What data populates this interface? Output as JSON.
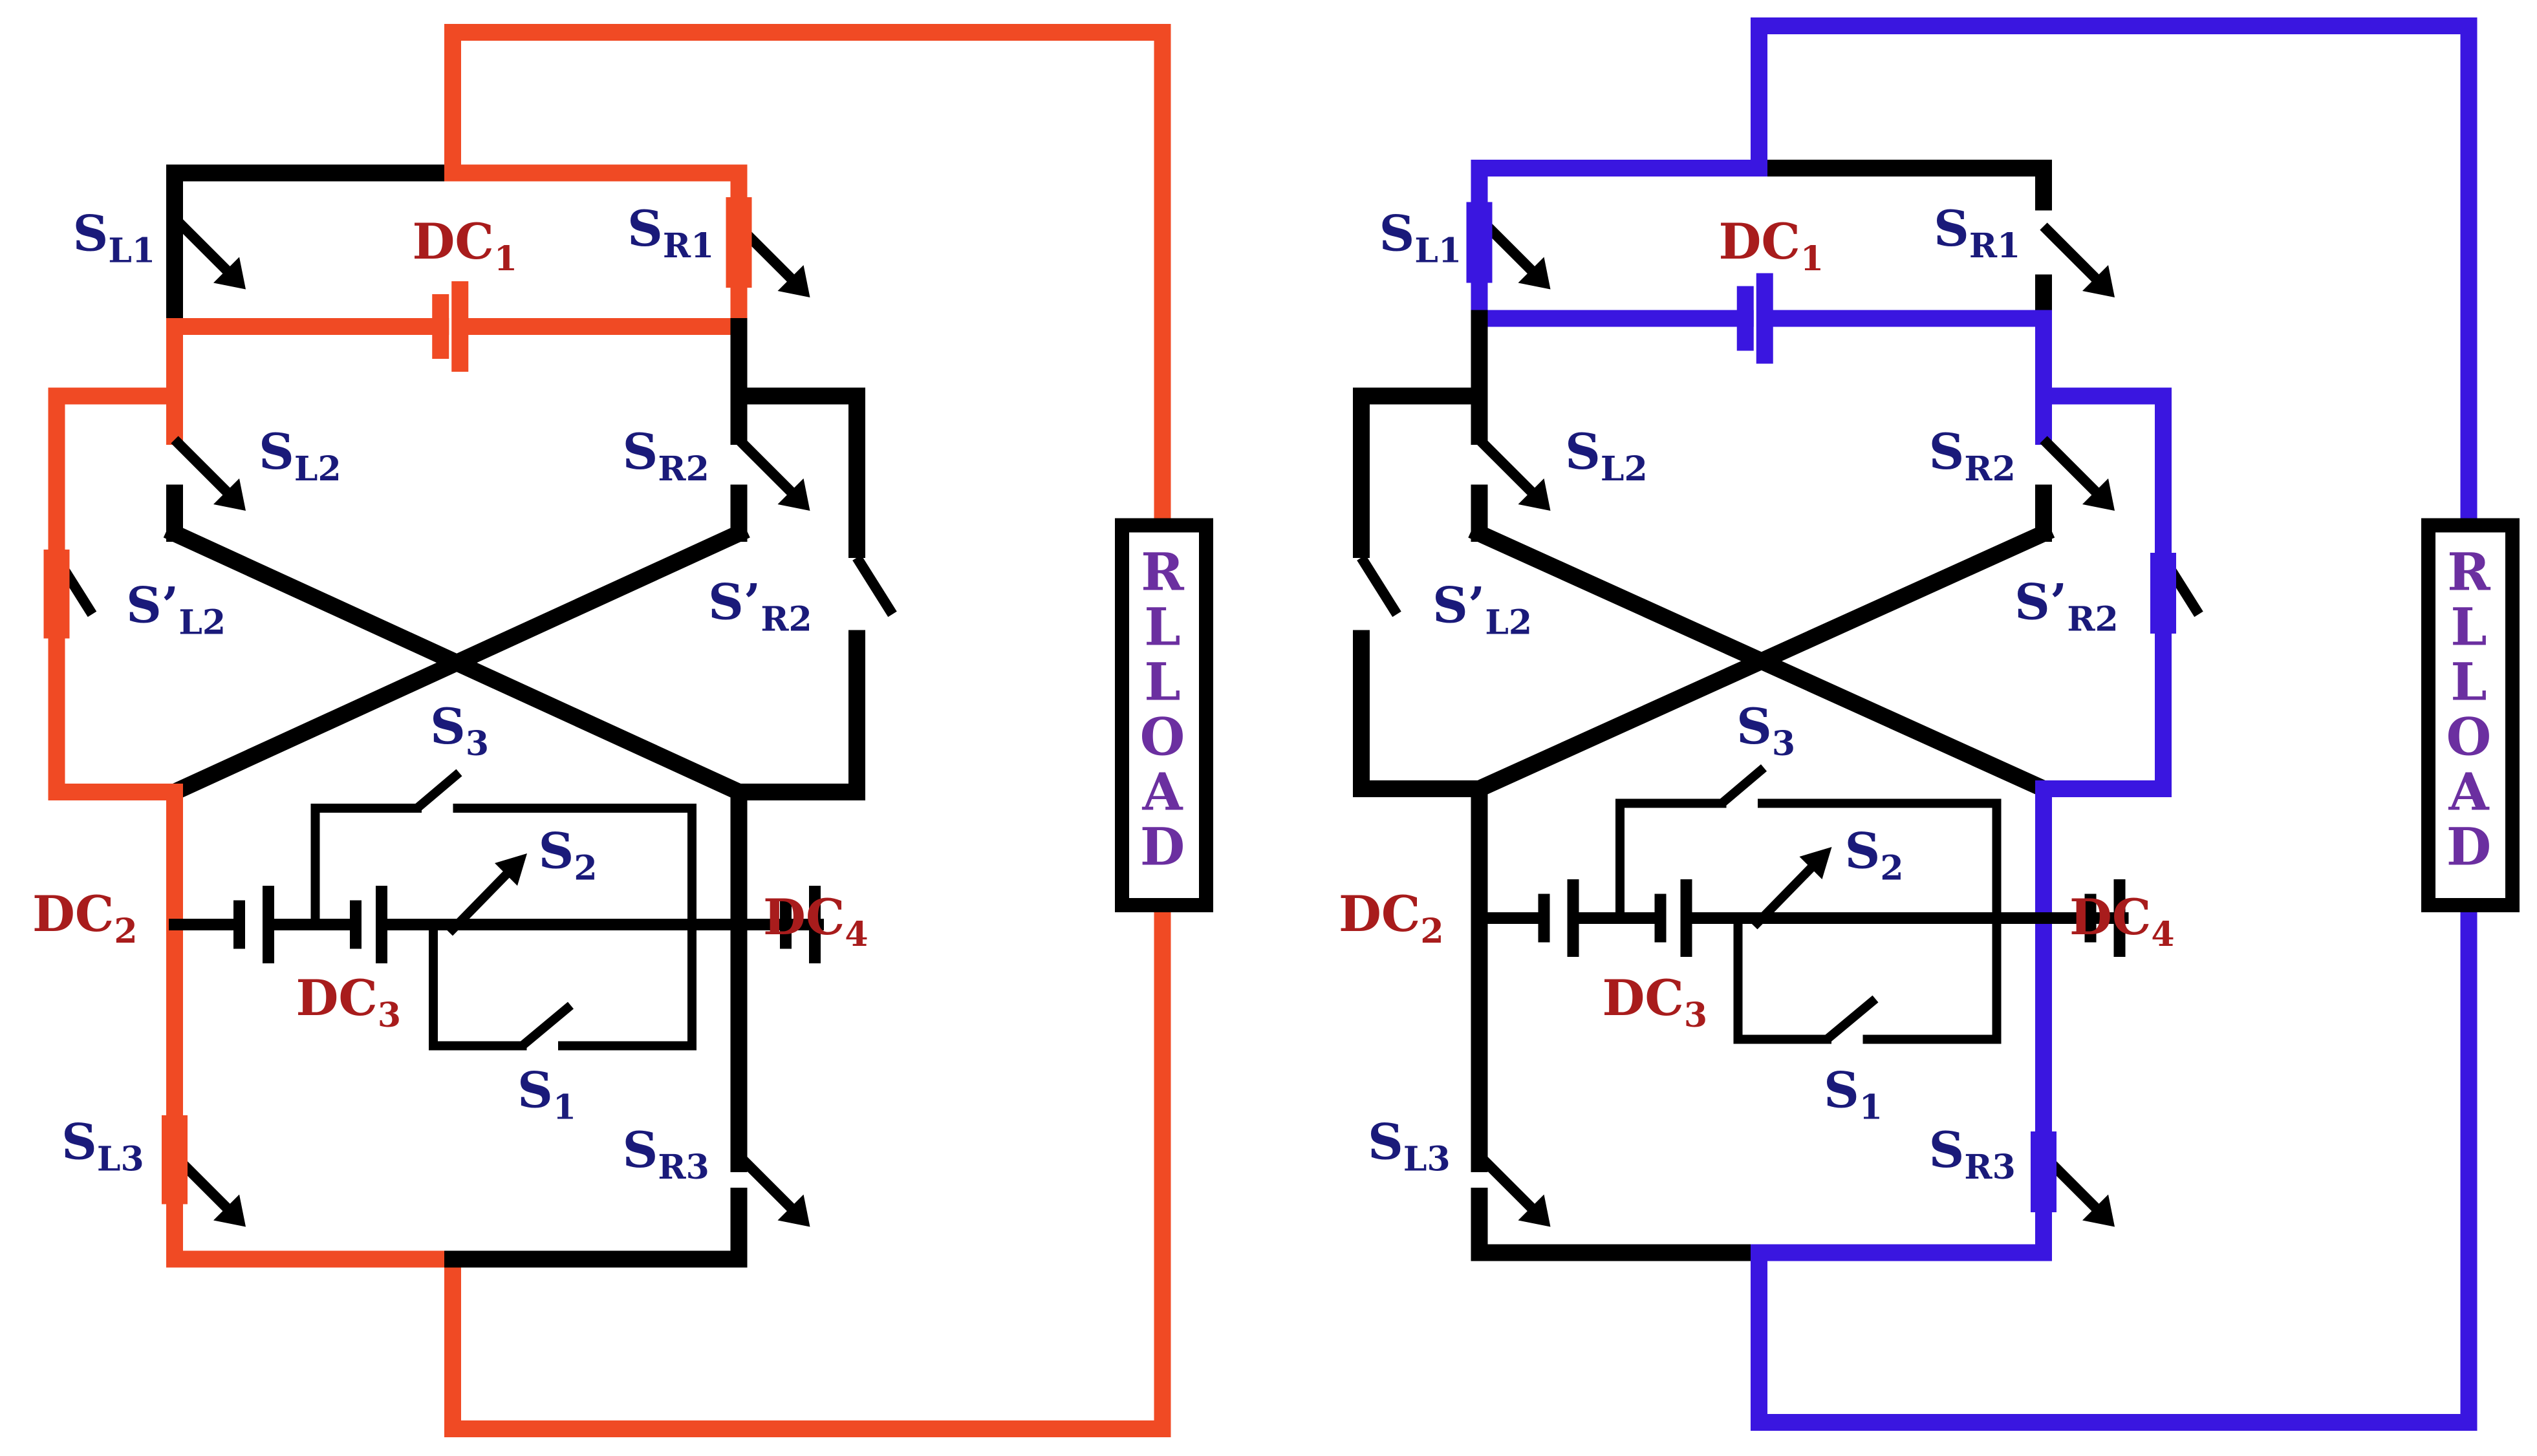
{
  "colors": {
    "wire": "#000000",
    "path_left": "#f04a24",
    "path_right": "#3a16e0",
    "switch_label": "#1a1a7a",
    "source_label": "#a81c1c",
    "load_label": "#6b2fa0"
  },
  "panels": [
    {
      "highlight": "path_left",
      "labels": {
        "SL1": {
          "main": "S",
          "sub": "L1",
          "prime": ""
        },
        "SR1": {
          "main": "S",
          "sub": "R1",
          "prime": ""
        },
        "SL2": {
          "main": "S",
          "sub": "L2",
          "prime": ""
        },
        "SR2": {
          "main": "S",
          "sub": "R2",
          "prime": ""
        },
        "SpL2": {
          "main": "S",
          "sub": "L2",
          "prime": "’"
        },
        "SpR2": {
          "main": "S",
          "sub": "R2",
          "prime": "’"
        },
        "S3": {
          "main": "S",
          "sub": "3",
          "prime": ""
        },
        "S2": {
          "main": "S",
          "sub": "2",
          "prime": ""
        },
        "S1": {
          "main": "S",
          "sub": "1",
          "prime": ""
        },
        "SL3": {
          "main": "S",
          "sub": "L3",
          "prime": ""
        },
        "SR3": {
          "main": "S",
          "sub": "R3",
          "prime": ""
        },
        "DC1": {
          "main": "DC",
          "sub": "1",
          "prime": ""
        },
        "DC2": {
          "main": "DC",
          "sub": "2",
          "prime": ""
        },
        "DC3": {
          "main": "DC",
          "sub": "3",
          "prime": ""
        },
        "DC4": {
          "main": "DC",
          "sub": "4",
          "prime": ""
        }
      },
      "load": [
        "R",
        "L",
        "L",
        "O",
        "A",
        "D"
      ]
    },
    {
      "highlight": "path_right",
      "labels": {
        "SL1": {
          "main": "S",
          "sub": "L1",
          "prime": ""
        },
        "SR1": {
          "main": "S",
          "sub": "R1",
          "prime": ""
        },
        "SL2": {
          "main": "S",
          "sub": "L2",
          "prime": ""
        },
        "SR2": {
          "main": "S",
          "sub": "R2",
          "prime": ""
        },
        "SpL2": {
          "main": "S",
          "sub": "L2",
          "prime": "’"
        },
        "SpR2": {
          "main": "S",
          "sub": "R2",
          "prime": "’"
        },
        "S3": {
          "main": "S",
          "sub": "3",
          "prime": ""
        },
        "S2": {
          "main": "S",
          "sub": "2",
          "prime": ""
        },
        "S1": {
          "main": "S",
          "sub": "1",
          "prime": ""
        },
        "SL3": {
          "main": "S",
          "sub": "L3",
          "prime": ""
        },
        "SR3": {
          "main": "S",
          "sub": "R3",
          "prime": ""
        },
        "DC1": {
          "main": "DC",
          "sub": "1",
          "prime": ""
        },
        "DC2": {
          "main": "DC",
          "sub": "2",
          "prime": ""
        },
        "DC3": {
          "main": "DC",
          "sub": "3",
          "prime": ""
        },
        "DC4": {
          "main": "DC",
          "sub": "4",
          "prime": ""
        }
      },
      "load": [
        "R",
        "L",
        "L",
        "O",
        "A",
        "D"
      ]
    }
  ]
}
